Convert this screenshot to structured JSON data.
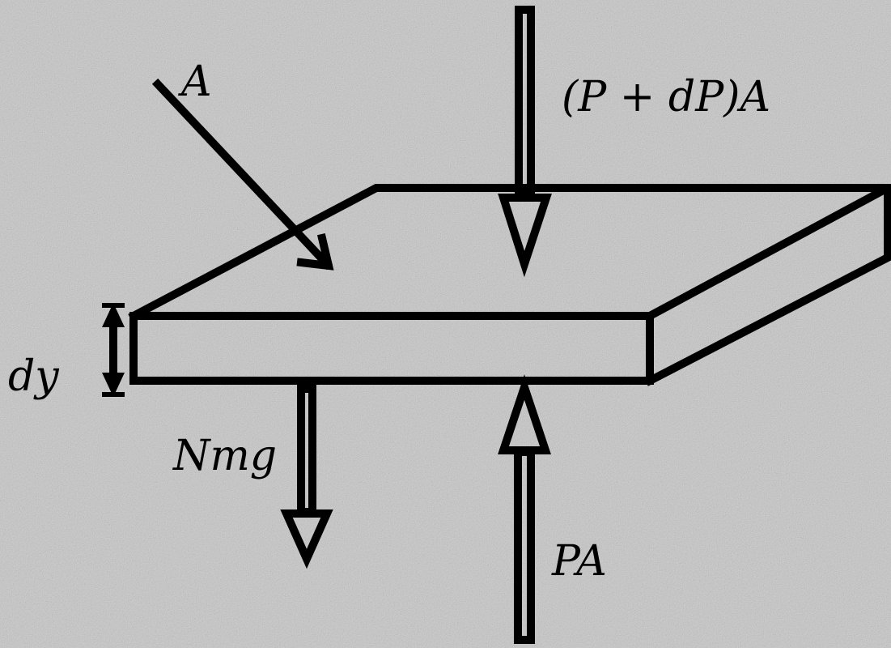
{
  "labels": {
    "area": "A",
    "top_force": "(P + dP)A",
    "thickness": "dy",
    "weight": "Nmg",
    "bottom_force": "PA"
  },
  "colors": {
    "background": "#cfcfcf",
    "ink": "#000000",
    "arrow_fill": "#cfcfcf"
  }
}
